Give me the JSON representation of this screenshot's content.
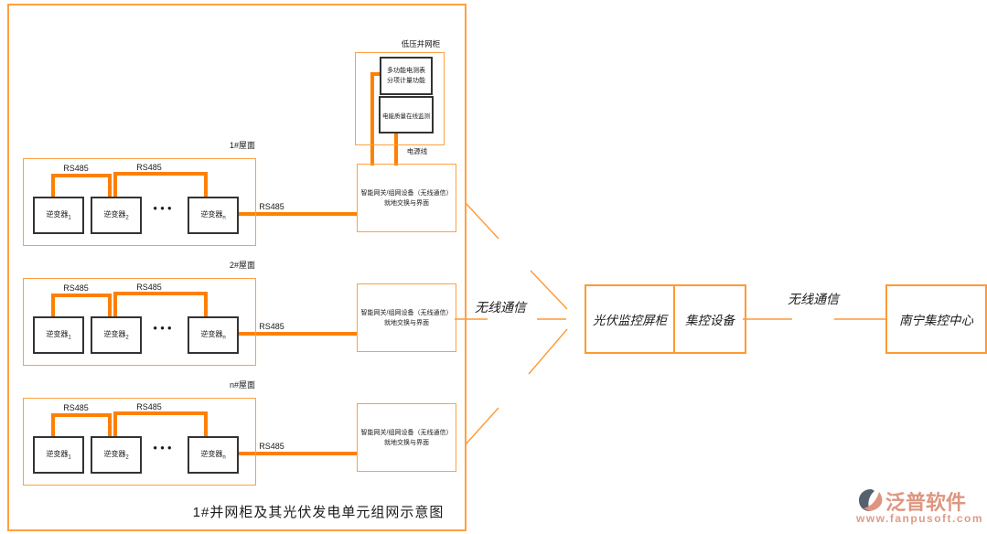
{
  "diagram_title": "1#并网柜及其光伏发电单元组网示意图",
  "cabinet": {
    "label": "低压并网柜",
    "meter_box": {
      "line1": "多功能电测表",
      "line2": "分项计量功能"
    },
    "quality_box": "电能质量在线监测",
    "power_line_label": "电源线"
  },
  "rows": [
    {
      "label": "1#屋面",
      "inverters": [
        {
          "name": "逆变器",
          "sub": "1"
        },
        {
          "name": "逆变器",
          "sub": "2"
        },
        {
          "name": "逆变器",
          "sub": "n"
        }
      ],
      "ellipsis": "●●●",
      "rs485": [
        "RS485",
        "RS485",
        "RS485"
      ],
      "gateway": {
        "line1": "智能网关/组网设备（无线通信）",
        "line2": "就地交换与界面"
      }
    },
    {
      "label": "2#屋面",
      "inverters": [
        {
          "name": "逆变器",
          "sub": "1"
        },
        {
          "name": "逆变器",
          "sub": "2"
        },
        {
          "name": "逆变器",
          "sub": "n"
        }
      ],
      "ellipsis": "●●●",
      "rs485": [
        "RS485",
        "RS485",
        "RS485"
      ],
      "gateway": {
        "line1": "智能网关/组网设备（无线通信）",
        "line2": "就地交换与界面"
      }
    },
    {
      "label": "n#屋面",
      "inverters": [
        {
          "name": "逆变器",
          "sub": "1"
        },
        {
          "name": "逆变器",
          "sub": "2"
        },
        {
          "name": "逆变器",
          "sub": "n"
        }
      ],
      "ellipsis": "●●●",
      "rs485": [
        "RS485",
        "RS485",
        "RS485"
      ],
      "gateway": {
        "line1": "智能网关/组网设备（无线通信）",
        "line2": "就地交换与界面"
      }
    }
  ],
  "links": {
    "wireless_left": "无线通信",
    "wireless_right": "无线通信"
  },
  "pv_monitor_cabinet": "光伏监控屏柜",
  "control_equipment": "集控设备",
  "control_center": "南宁集控中心",
  "logo": {
    "brand": "泛普软件",
    "url": "www.fanpusoft.com"
  },
  "colors": {
    "wire_orange": "#FF8000",
    "frame_orange": "#FFA040",
    "device_border": "#333333",
    "logo_text": "#DE9680",
    "logo_mark_dark": "#57616E",
    "logo_mark_accent": "#E09480"
  }
}
